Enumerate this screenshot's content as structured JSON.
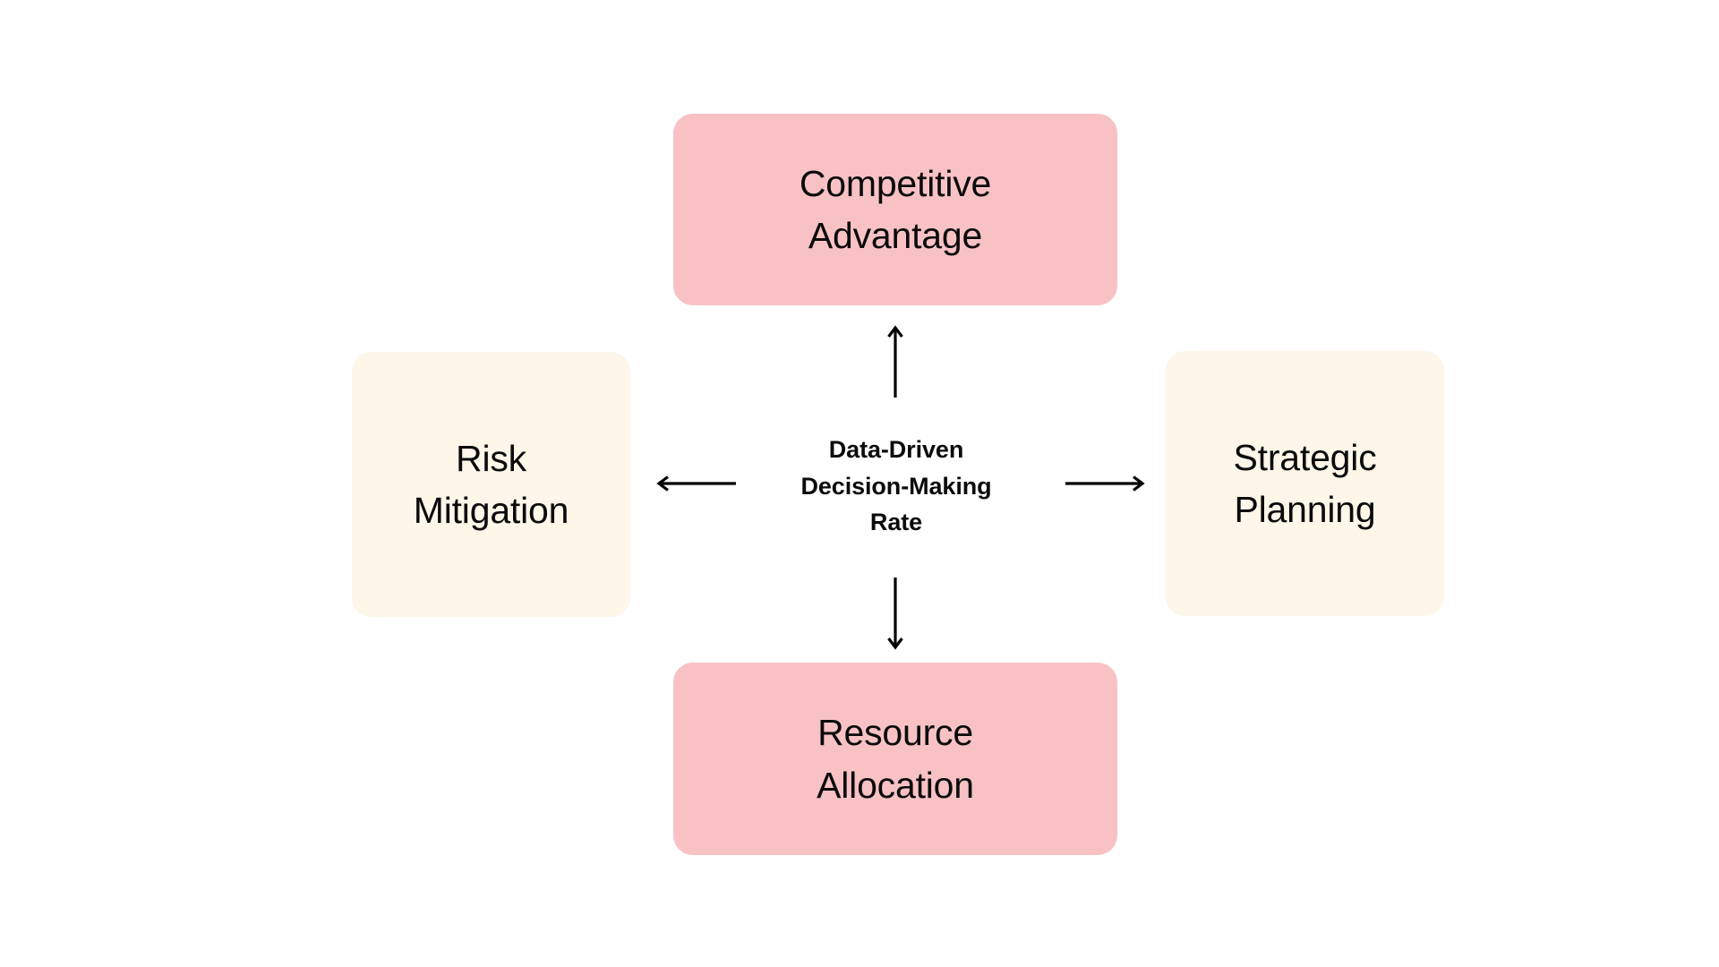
{
  "diagram": {
    "background_color": "#ffffff",
    "center": {
      "label": "Data-Driven\nDecision-Making\nRate"
    },
    "nodes": [
      {
        "id": "top",
        "label": "Competitive\nAdvantage",
        "color": "#f8c2c5",
        "position": "top"
      },
      {
        "id": "right",
        "label": "Strategic\nPlanning",
        "color": "#fdf6e9",
        "position": "right"
      },
      {
        "id": "bottom",
        "label": "Resource\nAllocation",
        "color": "#f8c2c5",
        "position": "bottom"
      },
      {
        "id": "left",
        "label": "Risk\nMitigation",
        "color": "#fdf6e9",
        "position": "left"
      }
    ],
    "arrows": [
      {
        "id": "up",
        "direction": "up",
        "from": "center",
        "to": "top",
        "color": "#000000"
      },
      {
        "id": "right",
        "direction": "right",
        "from": "center",
        "to": "right",
        "color": "#000000"
      },
      {
        "id": "down",
        "direction": "down",
        "from": "center",
        "to": "bottom",
        "color": "#000000"
      },
      {
        "id": "left",
        "direction": "left",
        "from": "center",
        "to": "left",
        "color": "#000000"
      }
    ]
  }
}
